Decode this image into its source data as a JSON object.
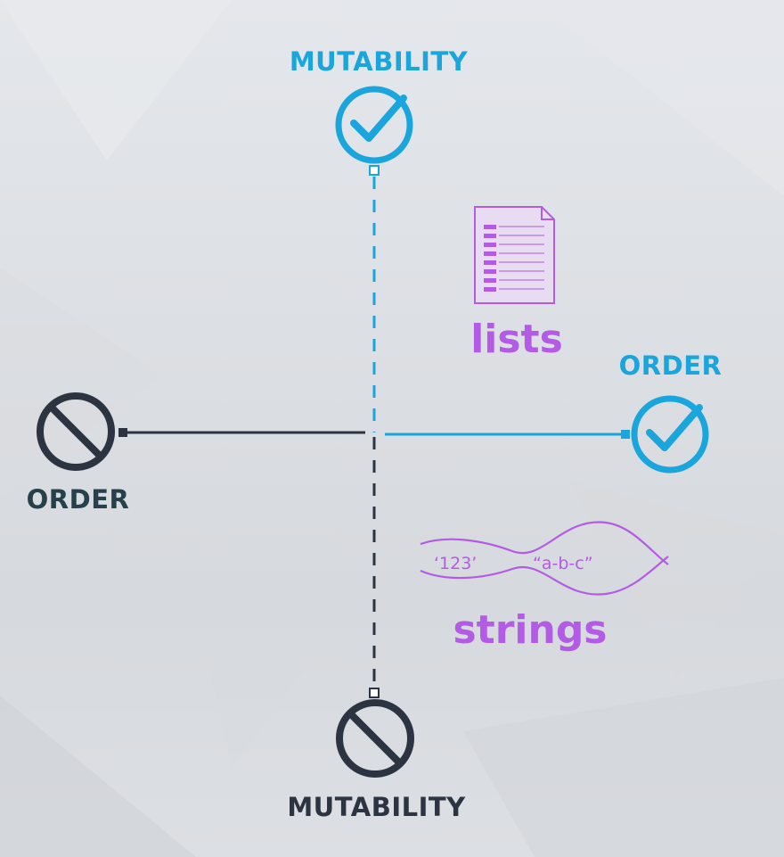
{
  "colors": {
    "positive": "#1aa6dc",
    "negative": "#2b3440",
    "category": "#b45be6"
  },
  "axes": {
    "top": {
      "label": "MUTABILITY",
      "icon": "check-circle-icon"
    },
    "bottom": {
      "label": "MUTABILITY",
      "icon": "no-symbol-icon"
    },
    "right": {
      "label": "ORDER",
      "icon": "check-circle-icon"
    },
    "left": {
      "label": "ORDER",
      "icon": "no-symbol-icon"
    }
  },
  "categories": {
    "lists": {
      "label": "lists",
      "icon": "document-list-icon"
    },
    "strings": {
      "label": "strings",
      "icon": "string-wave-icon",
      "examples": [
        "‘123’",
        "“a-b-c”"
      ]
    }
  }
}
